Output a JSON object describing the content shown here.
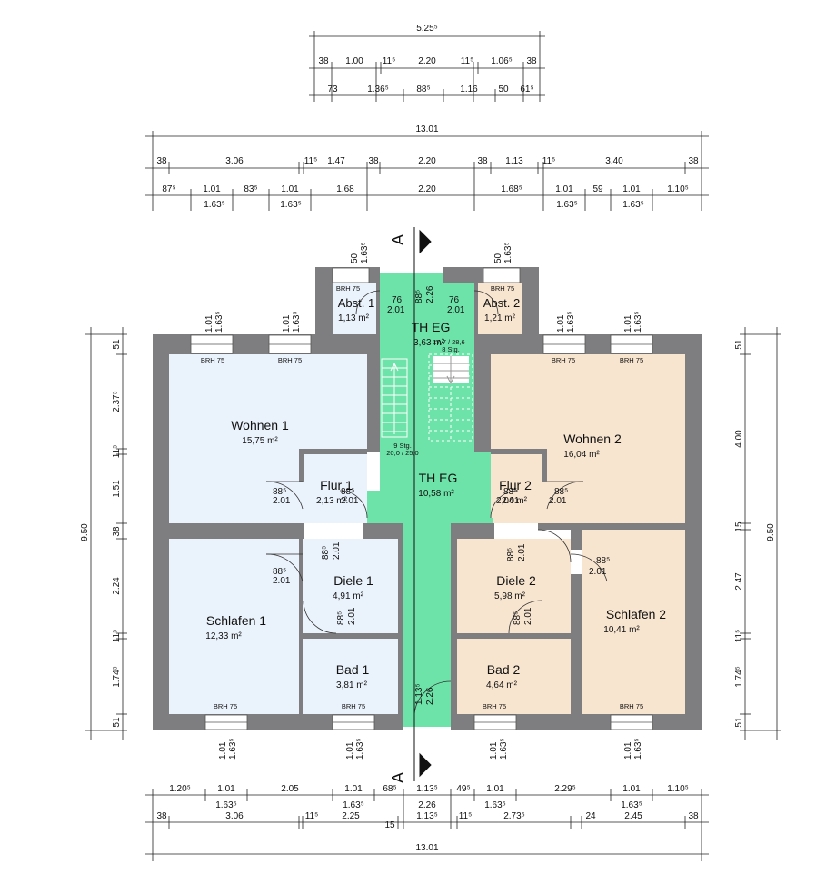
{
  "colors": {
    "wall": "#7e7e80",
    "unit1": "#eaf2fb",
    "unit2": "#f8e5d0",
    "stair": "#6ee3a9",
    "dimline": "#222222"
  },
  "section_marker": "A",
  "rooms": {
    "wohnen1": {
      "name": "Wohnen 1",
      "area": "15,75 m²"
    },
    "flur1": {
      "name": "Flur 1",
      "area": "2,13 m²"
    },
    "diele1": {
      "name": "Diele 1",
      "area": "4,91 m²"
    },
    "schlafen1": {
      "name": "Schlafen 1",
      "area": "12,33 m²"
    },
    "bad1": {
      "name": "Bad 1",
      "area": "3,81 m²"
    },
    "abst1": {
      "name": "Abst. 1",
      "area": "1,13 m²"
    },
    "abst2": {
      "name": "Abst. 2",
      "area": "1,21 m²"
    },
    "th_eg_top": {
      "name": "TH EG",
      "area": "3,63 m²"
    },
    "th_eg_main": {
      "name": "TH EG",
      "area": "10,58 m²"
    },
    "wohnen2": {
      "name": "Wohnen 2",
      "area": "16,04 m²"
    },
    "flur2": {
      "name": "Flur 2",
      "area": "2,04 m²"
    },
    "diele2": {
      "name": "Diele 2",
      "area": "5,98 m²"
    },
    "schlafen2": {
      "name": "Schlafen 2",
      "area": "10,41 m²"
    },
    "bad2": {
      "name": "Bad 2",
      "area": "4,64 m²"
    }
  },
  "stairs": {
    "upper": {
      "steps": "8 Stg.",
      "ratio": "17,7 / 28,6"
    },
    "lower": {
      "steps": "9 Stg.",
      "ratio": "20,0 / 25,0"
    }
  },
  "brh": "BRH 75",
  "window_dims": {
    "w": "1.01",
    "h": "1.63⁵",
    "small_w": "50",
    "small_h": "1.63⁵"
  },
  "doors": {
    "standard": {
      "w": "88⁵",
      "h": "2.01"
    },
    "wc": {
      "w": "76",
      "h": "2.01"
    },
    "entry_top": {
      "w": "88⁵",
      "h": "2.26"
    },
    "entry_bottom": {
      "w": "1.13⁵",
      "h": "2.26"
    }
  },
  "dims_top": {
    "total_1": "5.25⁵",
    "row_1": [
      "38",
      "1.00",
      "11⁵",
      "2.20",
      "11⁵",
      "1.06⁵",
      "38"
    ],
    "row_2": [
      "73",
      "1.36⁵",
      "88⁵",
      "1.16",
      "50",
      "61⁵"
    ],
    "total_2": "13.01",
    "row_3": [
      "38",
      "3.06",
      "11⁵",
      "1.47",
      "38",
      "2.20",
      "38",
      "1.13",
      "11⁵",
      "3.40",
      "38"
    ],
    "row_4": [
      "87⁵",
      "1.01",
      "83⁵",
      "1.01",
      "1.68",
      "2.20",
      "1.68⁵",
      "1.01",
      "59",
      "1.01",
      "1.10⁵"
    ],
    "row_5": [
      "1.63⁵",
      "1.63⁵",
      "1.63⁵",
      "1.63⁵"
    ]
  },
  "dims_bottom": {
    "row_1": [
      "1.20⁵",
      "1.01",
      "2.05",
      "1.01",
      "68⁵",
      "1.13⁵",
      "49⁵",
      "1.01",
      "2.29⁵",
      "1.01",
      "1.10⁵"
    ],
    "row_2": [
      "1.63⁵",
      "1.63⁵",
      "2.26",
      "1.63⁵",
      "1.63⁵"
    ],
    "row_3": [
      "38",
      "3.06",
      "11⁵",
      "2.25",
      "15",
      "1.13⁵",
      "11⁵",
      "2.73⁵",
      "24",
      "2.45",
      "38"
    ],
    "total": "13.01"
  },
  "dims_left": {
    "total": "9.50",
    "segments": [
      "51",
      "2.37⁵",
      "11⁵",
      "1.51",
      "38",
      "2.24",
      "11⁵",
      "1.74⁵",
      "51"
    ]
  },
  "dims_right": {
    "total": "9.50",
    "segments": [
      "51",
      "4.00",
      "15",
      "2.47",
      "11⁵",
      "1.74⁵",
      "51"
    ]
  }
}
